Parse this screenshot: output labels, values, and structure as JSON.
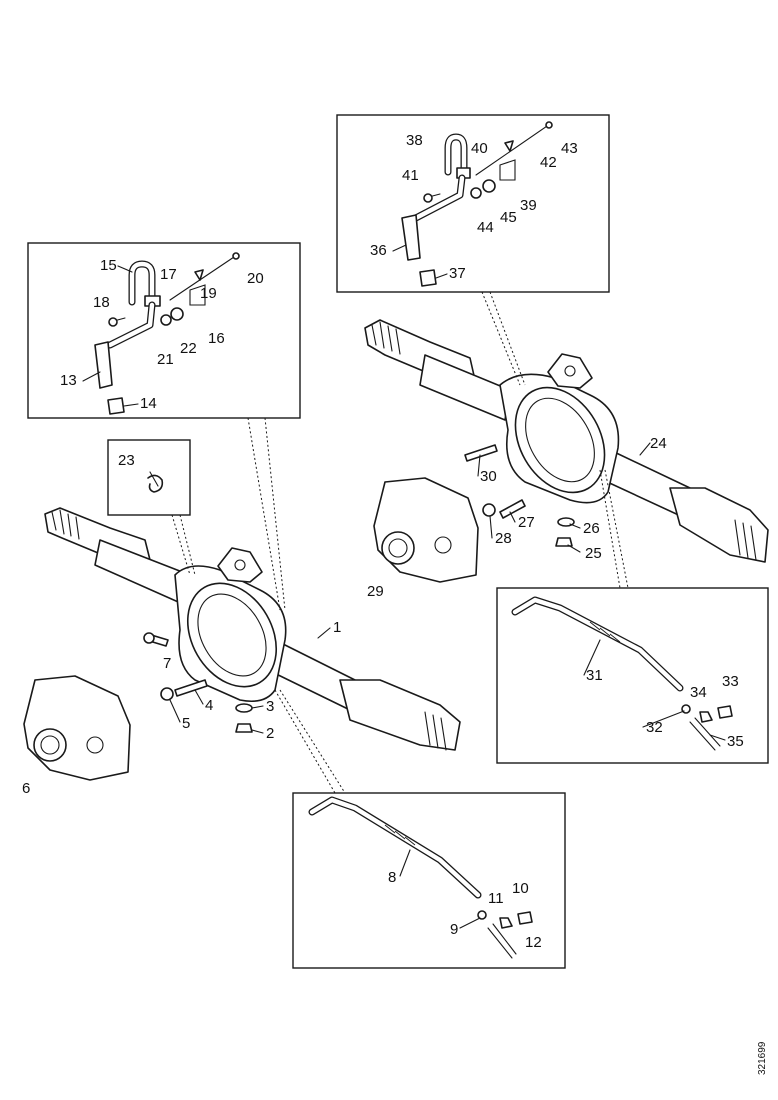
{
  "diagram": {
    "labels": [
      "1",
      "2",
      "3",
      "4",
      "5",
      "6",
      "7",
      "8",
      "9",
      "10",
      "11",
      "12",
      "13",
      "14",
      "15",
      "16",
      "17",
      "18",
      "19",
      "20",
      "21",
      "22",
      "23",
      "24",
      "25",
      "26",
      "27",
      "28",
      "29",
      "30",
      "31",
      "32",
      "33",
      "34",
      "35",
      "36",
      "37",
      "38",
      "39",
      "40",
      "41",
      "42",
      "43",
      "44",
      "45"
    ],
    "reference_code": "321699"
  }
}
